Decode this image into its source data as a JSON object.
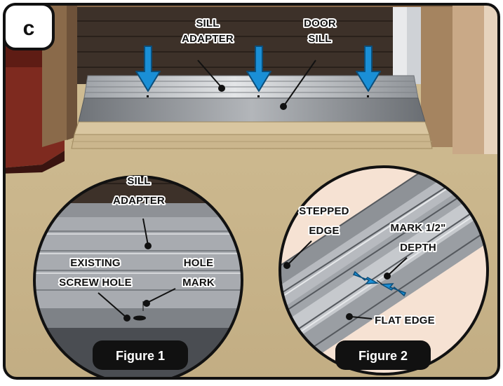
{
  "badge": "c",
  "main_labels": {
    "sill_adapter": [
      "SILL",
      "ADAPTER"
    ],
    "door_sill": [
      "DOOR",
      "SILL"
    ]
  },
  "figure1": {
    "caption": "Figure 1",
    "sill_adapter": [
      "SILL",
      "ADAPTER"
    ],
    "existing_screw_hole": [
      "EXISTING",
      "SCREW HOLE"
    ],
    "hole_mark": [
      "HOLE",
      "MARK"
    ]
  },
  "figure2": {
    "caption": "Figure 2",
    "stepped_edge": [
      "STEPPED",
      "EDGE"
    ],
    "mark_depth": [
      "MARK 1/2\"",
      "DEPTH"
    ],
    "flat_edge": "FLAT EDGE"
  },
  "colors": {
    "arrow_blue": "#1a8fd6",
    "siding": "#3d3129",
    "floor": "#c9b58c",
    "frame": "#8a6a4a",
    "sill_metal": "#b9bcc0",
    "figure2_bg": "#f6e2d3",
    "caption_bg": "#111111"
  },
  "icons": [
    "down-arrow-icon",
    "pointer-arrow-icon"
  ]
}
